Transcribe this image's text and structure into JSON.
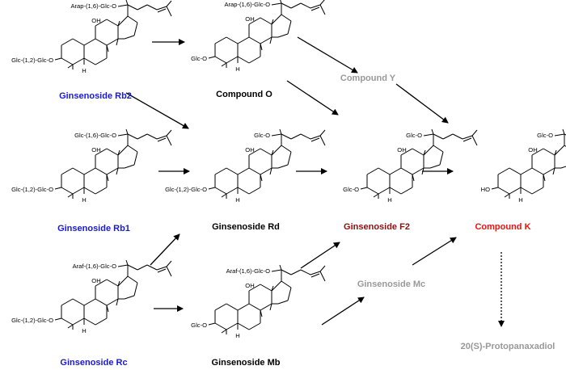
{
  "colors": {
    "blue": "#1a1acc",
    "black": "#000000",
    "gray": "#999999",
    "maroon": "#8b1010",
    "red": "#ee1111"
  },
  "compounds": [
    {
      "id": "rb2",
      "name": "Ginsenoside Rb2",
      "color": "blue",
      "c20": "Arap-(1,6)-Glc-O",
      "c3": "Glc-(1,2)-Glc-O"
    },
    {
      "id": "o",
      "name": "Compound O",
      "color": "black",
      "c20": "Arap-(1,6)-Glc-O",
      "c3": "Glc-O"
    },
    {
      "id": "y",
      "name": "Compound Y",
      "color": "gray"
    },
    {
      "id": "rb1",
      "name": "Ginsenoside Rb1",
      "color": "blue",
      "c20": "Glc-(1,6)-Glc-O",
      "c3": "Glc-(1,2)-Glc-O"
    },
    {
      "id": "rd",
      "name": "Ginsenoside Rd",
      "color": "black",
      "c20": "Glc-O",
      "c3": "Glc-(1,2)-Glc-O"
    },
    {
      "id": "f2",
      "name": "Ginsenoside F2",
      "color": "maroon",
      "c20": "Glc-O",
      "c3": "Glc-O"
    },
    {
      "id": "k",
      "name": "Compound K",
      "color": "red",
      "c20": "Glc-O",
      "c3": "HO"
    },
    {
      "id": "rc",
      "name": "Ginsenoside Rc",
      "color": "blue",
      "c20": "Araf-(1,6)-Glc-O",
      "c3": "Glc-(1,2)-Glc-O"
    },
    {
      "id": "mb",
      "name": "Ginsenoside Mb",
      "color": "black",
      "c20": "Araf-(1,6)-Glc-O",
      "c3": "Glc-O"
    },
    {
      "id": "mc",
      "name": "Ginsenoside Mc",
      "color": "gray"
    },
    {
      "id": "ppd",
      "name": "20(S)-Protopanaxadiol",
      "color": "gray"
    }
  ],
  "labels": {
    "oh": "OH",
    "h": "H"
  },
  "arrows": [
    {
      "from": "rb2",
      "to": "o"
    },
    {
      "from": "o",
      "to": "y"
    },
    {
      "from": "o",
      "to": "f2"
    },
    {
      "from": "y",
      "to": "k"
    },
    {
      "from": "rb2",
      "to": "rd"
    },
    {
      "from": "rb1",
      "to": "rd"
    },
    {
      "from": "rd",
      "to": "f2"
    },
    {
      "from": "f2",
      "to": "k"
    },
    {
      "from": "rc",
      "to": "rd"
    },
    {
      "from": "rc",
      "to": "mb"
    },
    {
      "from": "mb",
      "to": "f2"
    },
    {
      "from": "mb",
      "to": "mc"
    },
    {
      "from": "mc",
      "to": "k"
    },
    {
      "from": "k",
      "to": "ppd",
      "style": "dotted"
    }
  ]
}
